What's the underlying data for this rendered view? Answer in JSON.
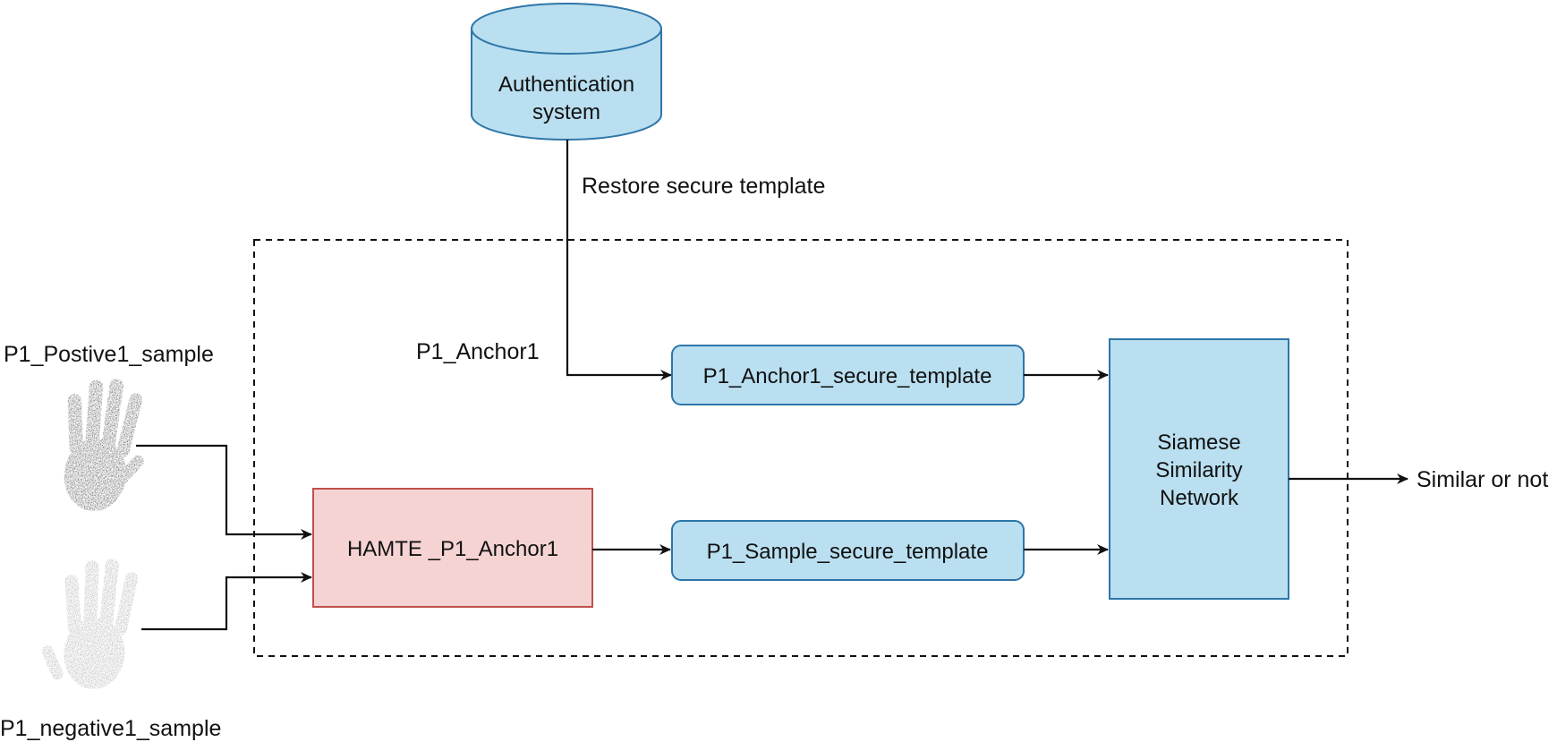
{
  "nodes": {
    "auth_system": {
      "lines": [
        "Authentication",
        "system"
      ]
    },
    "hamte": {
      "label": "HAMTE _P1_Anchor1"
    },
    "anchor_template": {
      "label": "P1_Anchor1_secure_template"
    },
    "sample_template": {
      "label": "P1_Sample_secure_template"
    },
    "siamese": {
      "lines": [
        "Siamese",
        "Similarity",
        "Network"
      ]
    }
  },
  "labels": {
    "restore": "Restore secure template",
    "anchor": "P1_Anchor1",
    "positive": "P1_Postive1_sample",
    "negative": "P1_negative1_sample",
    "output": "Similar or not"
  },
  "images": {
    "positive": "handprint-icon",
    "negative": "handprint-icon"
  },
  "colors": {
    "blue_fill": "#b9dff0",
    "blue_stroke": "#2e76a8",
    "pink_fill": "#f6d3d3",
    "pink_stroke": "#c0504d"
  }
}
